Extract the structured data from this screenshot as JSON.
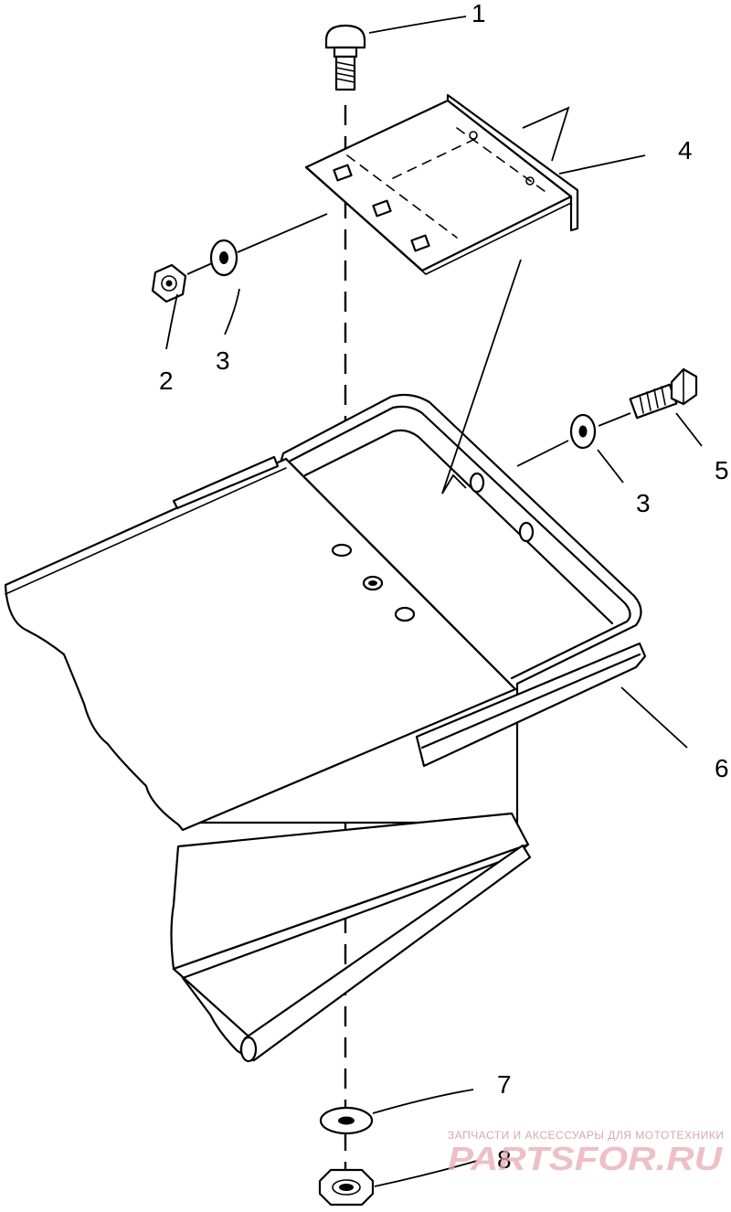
{
  "callouts": {
    "c1": "1",
    "c2": "2",
    "c3a": "3",
    "c3b": "3",
    "c4": "4",
    "c5": "5",
    "c6": "6",
    "c7": "7",
    "c8": "8"
  },
  "watermark": {
    "tagline": "ЗАПЧАСТИ И АКСЕССУАРЫ ДЛЯ МОТОТЕХНИКИ",
    "brand": "PARTSFOR.RU",
    "color": "#e8a9b1"
  }
}
